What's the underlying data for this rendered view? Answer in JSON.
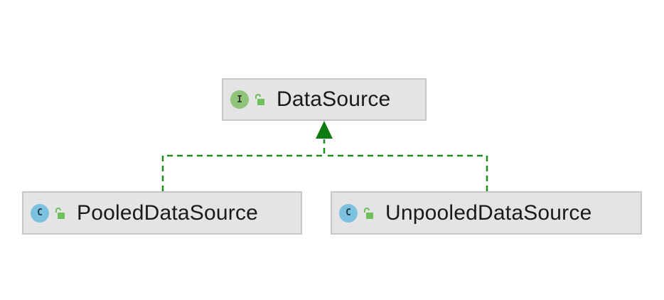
{
  "diagram": {
    "nodes": [
      {
        "id": "datasource",
        "label": "DataSource",
        "kind": "I",
        "kind_icon": "interface-icon",
        "visibility_icon": "public-lock-icon"
      },
      {
        "id": "pooled",
        "label": "PooledDataSource",
        "kind": "C",
        "kind_icon": "class-icon",
        "visibility_icon": "public-lock-icon"
      },
      {
        "id": "unpooled",
        "label": "UnpooledDataSource",
        "kind": "C",
        "kind_icon": "class-icon",
        "visibility_icon": "public-lock-icon"
      }
    ],
    "edges": [
      {
        "from": "pooled",
        "to": "datasource",
        "type": "implements",
        "style": "dashed"
      },
      {
        "from": "unpooled",
        "to": "datasource",
        "type": "implements",
        "style": "dashed"
      }
    ],
    "colors": {
      "edge": "#1f8a1f",
      "arrowhead": "#0f7a0f",
      "node_fill": "#e4e4e4",
      "node_border": "#c6c6c6",
      "interface_icon": "#8fc47a",
      "class_icon": "#7cc1e0",
      "lock_icon": "#6fbf5a"
    }
  }
}
